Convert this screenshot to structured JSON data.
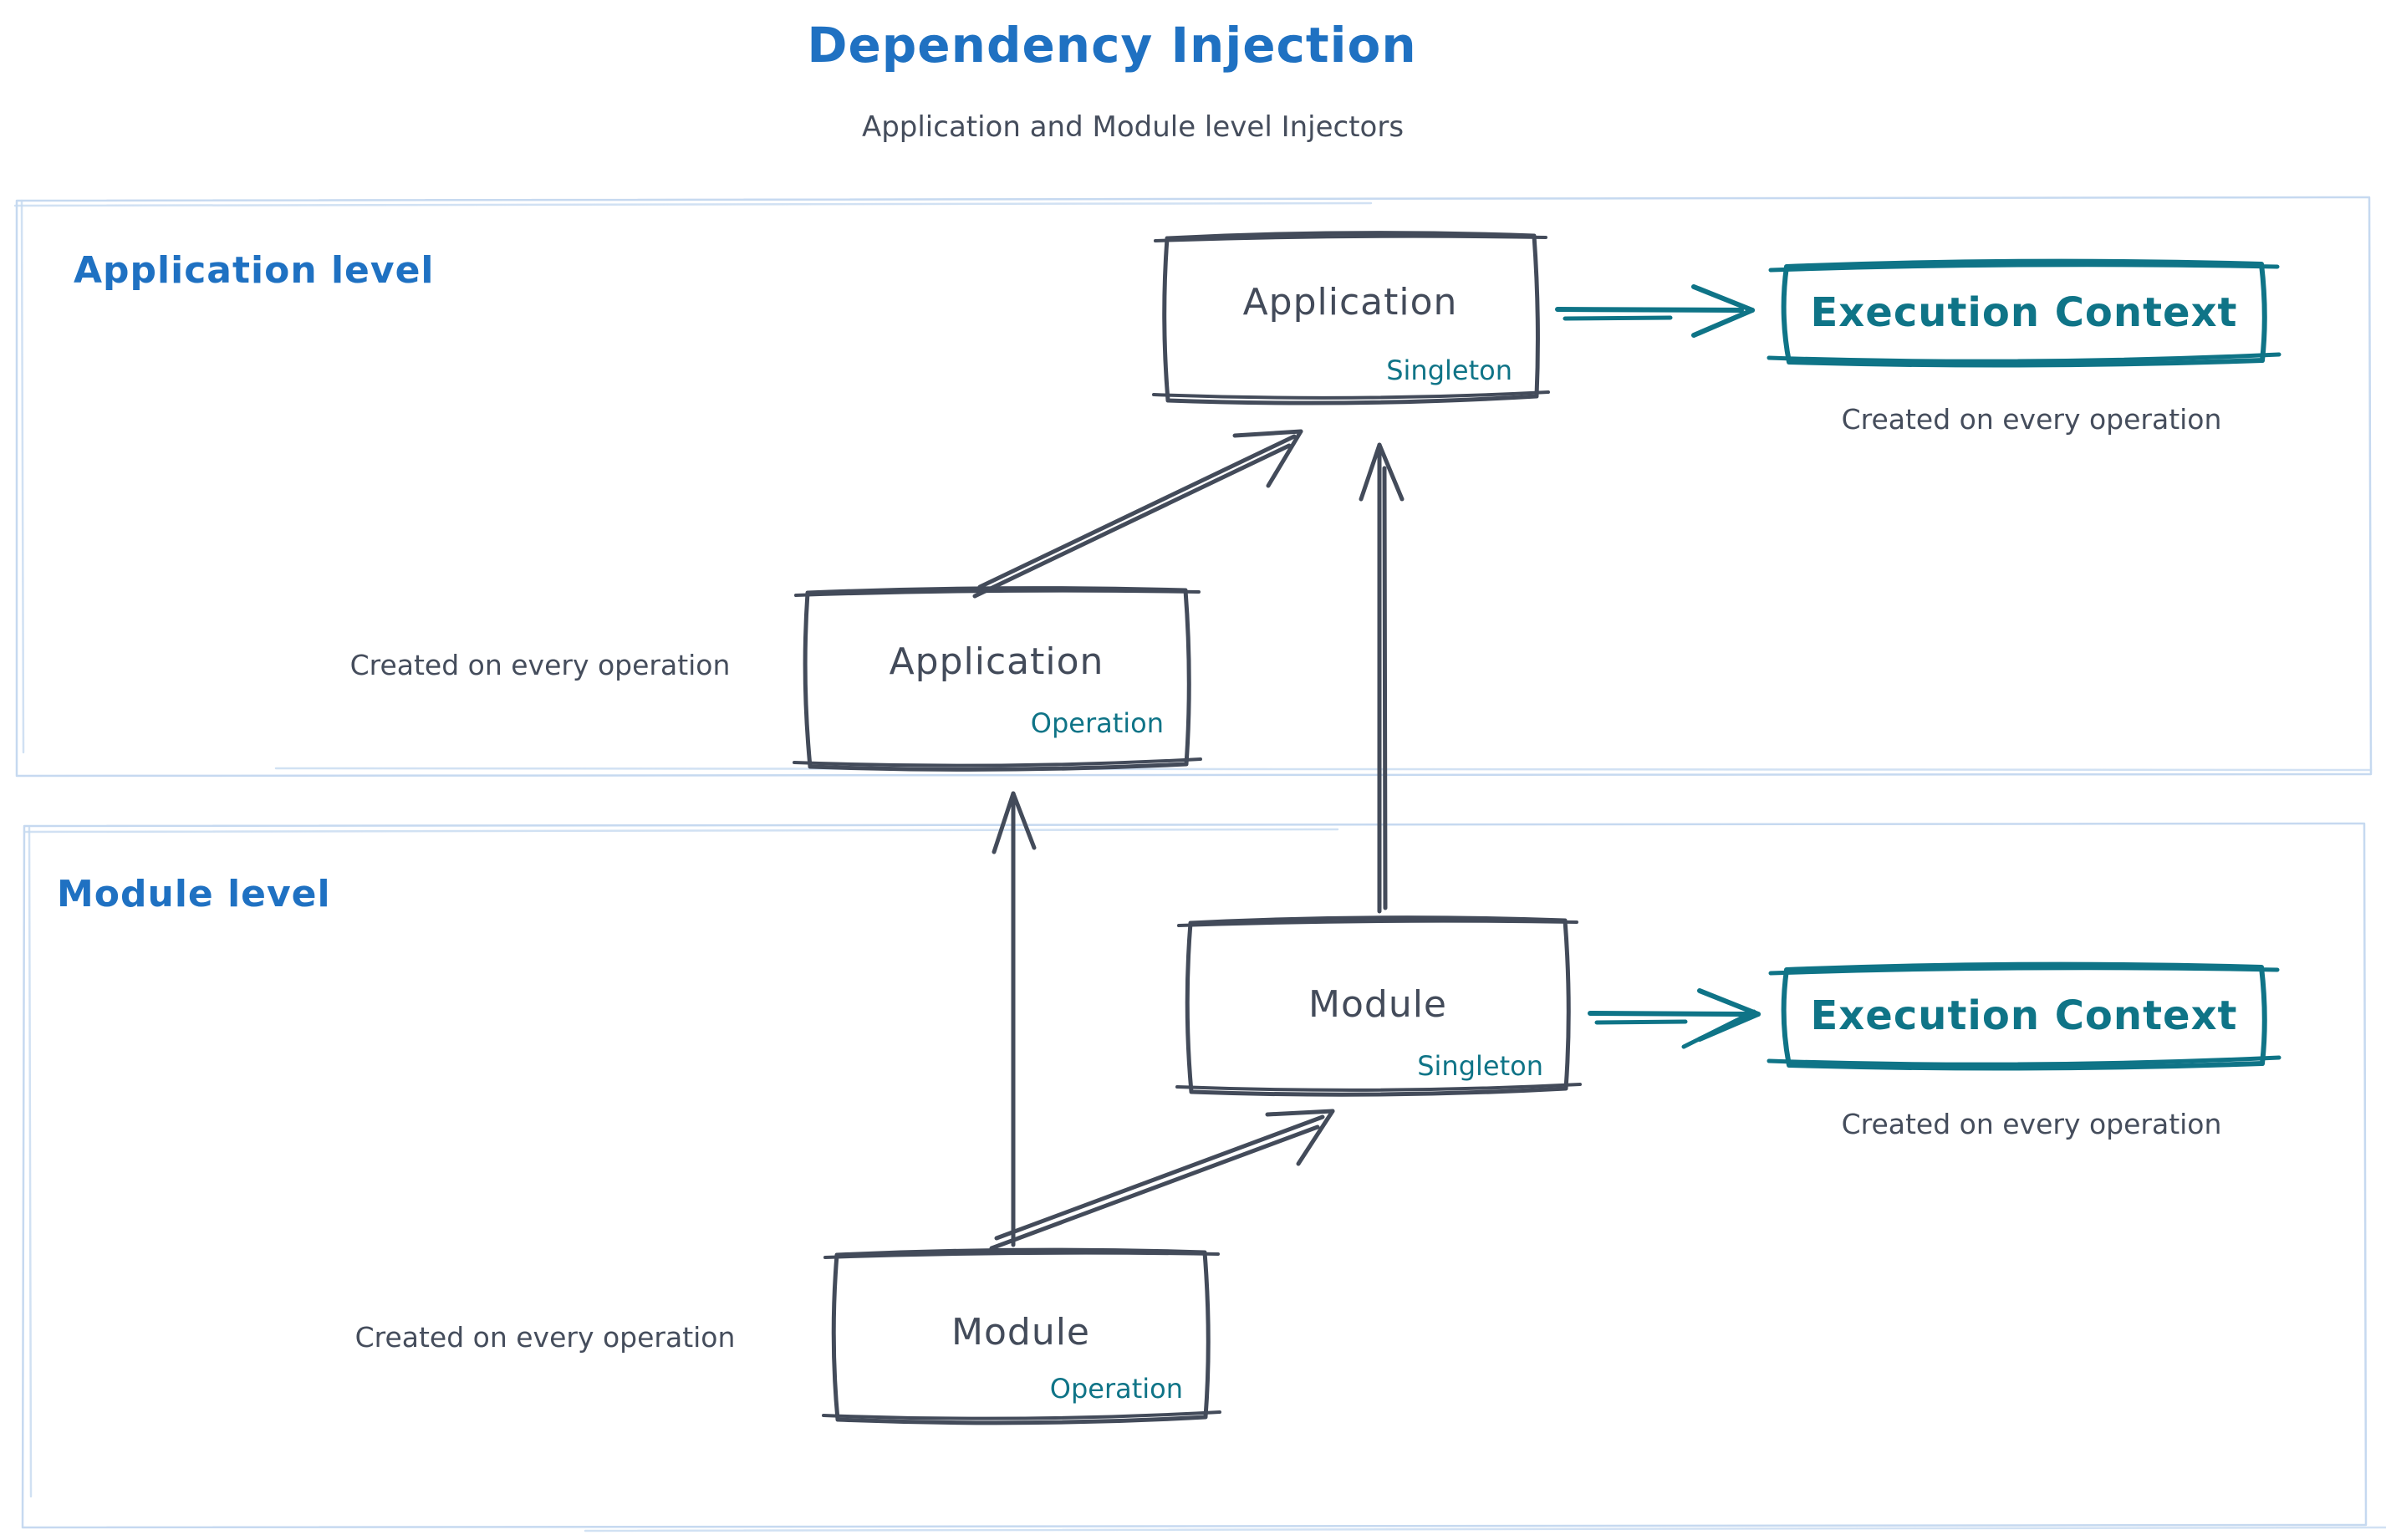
{
  "title": "Dependency Injection",
  "subtitle": "Application and Module level Injectors",
  "colors": {
    "heading_blue": "#1f71c2",
    "ink": "#434b5a",
    "teal": "#0f7487",
    "panel_border": "#c6d9f0"
  },
  "sections": {
    "application": {
      "label": "Application level"
    },
    "module": {
      "label": "Module level"
    }
  },
  "nodes": {
    "app_singleton": {
      "title": "Application",
      "tag": "Singleton"
    },
    "app_operation": {
      "title": "Application",
      "tag": "Operation"
    },
    "app_execution_context": {
      "title": "Execution Context",
      "caption": "Created on every operation"
    },
    "module_singleton": {
      "title": "Module",
      "tag": "Singleton"
    },
    "module_operation": {
      "title": "Module",
      "tag": "Operation"
    },
    "module_execution_context": {
      "title": "Execution Context",
      "caption": "Created on every operation"
    }
  },
  "captions": {
    "app_operation_note": "Created on every operation",
    "module_operation_note": "Created on every operation"
  }
}
